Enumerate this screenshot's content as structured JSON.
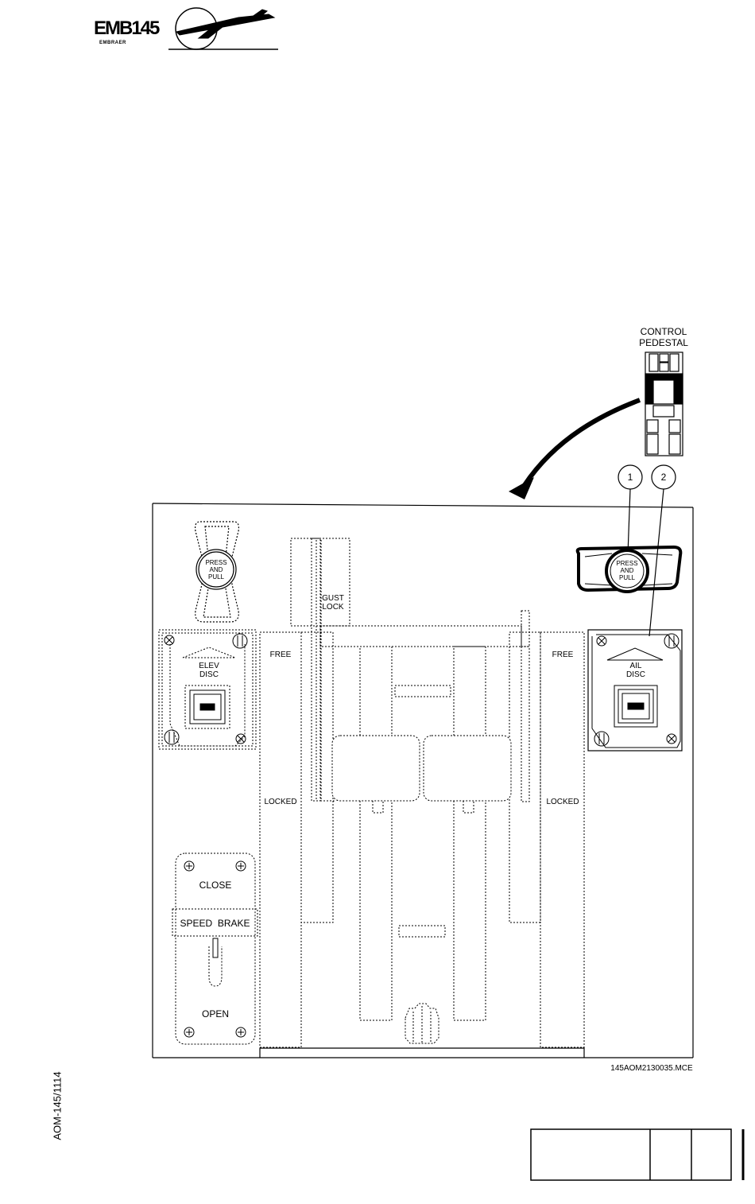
{
  "header": {
    "logo_model": "EMB145",
    "logo_brand": "EMBRAER"
  },
  "locator": {
    "title_line1": "CONTROL",
    "title_line2": "PEDESTAL",
    "callouts": [
      "1",
      "2"
    ]
  },
  "panel": {
    "left_button": {
      "line1": "PRESS",
      "line2": "AND",
      "line3": "PULL"
    },
    "right_button": {
      "line1": "PRESS",
      "line2": "AND",
      "line3": "PULL"
    },
    "elev_disc": {
      "line1": "ELEV",
      "line2": "DISC"
    },
    "ail_disc": {
      "line1": "AIL",
      "line2": "DISC"
    },
    "gust_lock": {
      "line1": "GUST",
      "line2": "LOCK"
    },
    "left_free": "FREE",
    "left_locked": "LOCKED",
    "right_free": "FREE",
    "right_locked": "LOCKED",
    "speed_brake": {
      "close": "CLOSE",
      "label": "SPEED  BRAKE",
      "open": "OPEN"
    }
  },
  "figure_code": "145AOM2130035.MCE",
  "side_code": "AOM-145/1114"
}
